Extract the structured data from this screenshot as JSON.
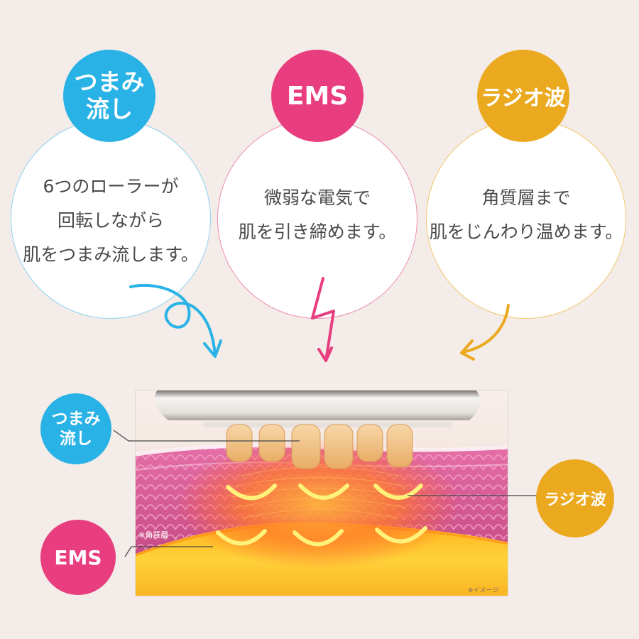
{
  "features": [
    {
      "badge_lines": [
        "つまみ",
        "流し"
      ],
      "color": "#29b2e5",
      "desc_lines": [
        "6つのローラーが",
        "回転しながら",
        "肌をつまみ流します。"
      ]
    },
    {
      "badge_lines": [
        "EMS"
      ],
      "color": "#e83d7e",
      "desc_lines": [
        "微弱な電気で",
        "肌を引き締めます。"
      ]
    },
    {
      "badge_lines": [
        "ラジオ波"
      ],
      "color": "#eba91f",
      "desc_lines": [
        "角質層まで",
        "肌をじんわり温めます。"
      ]
    }
  ],
  "diagram": {
    "callouts": [
      {
        "lines": [
          "つまみ",
          "流し"
        ],
        "color": "#29b2e5"
      },
      {
        "lines": [
          "ラジオ波"
        ],
        "color": "#eba91f"
      },
      {
        "lines": [
          "EMS"
        ],
        "color": "#e83d7e"
      }
    ],
    "stratum_label": "※角質層",
    "image_note": "※イメージ"
  },
  "icons": [
    "loop-arrow-icon",
    "zigzag-arrow-icon",
    "curved-arrow-icon"
  ]
}
